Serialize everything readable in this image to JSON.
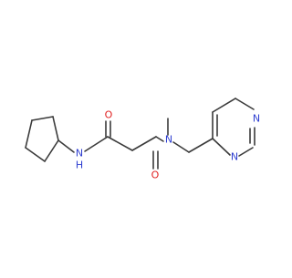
{
  "molecule": {
    "atom_labels": {
      "nh": "N",
      "h": "H",
      "o_top": "O",
      "o_bottom": "O",
      "n_amide": "N",
      "n_ring_top": "N",
      "n_ring_bottom": "N"
    },
    "colors": {
      "bond": "#3a3a3a",
      "nitrogen": "#2f3fd0",
      "oxygen": "#e02020"
    }
  }
}
